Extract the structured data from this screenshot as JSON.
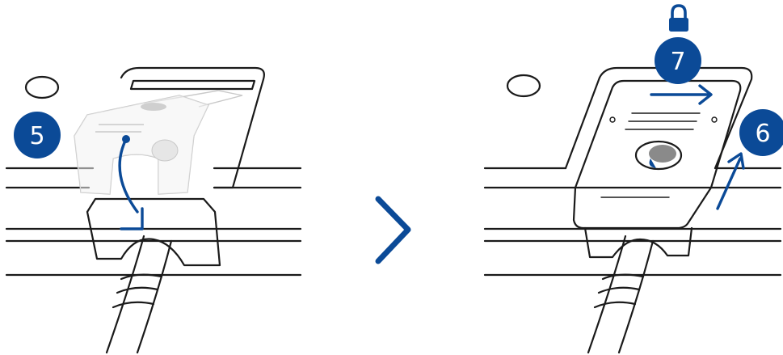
{
  "colors": {
    "accent": "#0b4a97",
    "line": "#1a1a1a",
    "background": "#ffffff"
  },
  "left_panel": {
    "step_badge": {
      "label": "5"
    },
    "arrow_icon": "curved-arrow-down-icon"
  },
  "separator": {
    "icon": "chevron-right-icon"
  },
  "right_panel": {
    "step_badge_slide": {
      "label": "7"
    },
    "lock_icon": "padlock-icon",
    "step_badge_push": {
      "label": "6"
    },
    "arrows": [
      "arrow-right-icon",
      "arrow-up-right-icon"
    ]
  }
}
